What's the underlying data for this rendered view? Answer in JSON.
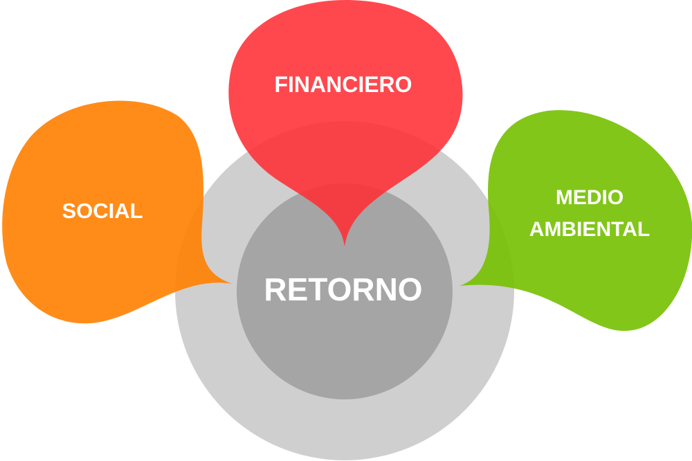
{
  "diagram": {
    "center": {
      "label": "RETORNO"
    },
    "petals": [
      {
        "id": "financiero",
        "label_lines": [
          "FINANCIERO"
        ]
      },
      {
        "id": "social",
        "label_lines": [
          "SOCIAL"
        ]
      },
      {
        "id": "medio-ambiental",
        "label_lines": [
          "MEDIO",
          "AMBIENTAL"
        ]
      }
    ]
  },
  "colors": {
    "outer_circle": "#cfcfcf",
    "inner_circle": "#a5a5a5",
    "financiero": "#ff2f35",
    "social": "#ff7f00",
    "medio_ambiental": "#74c000",
    "text": "#ffffff"
  }
}
